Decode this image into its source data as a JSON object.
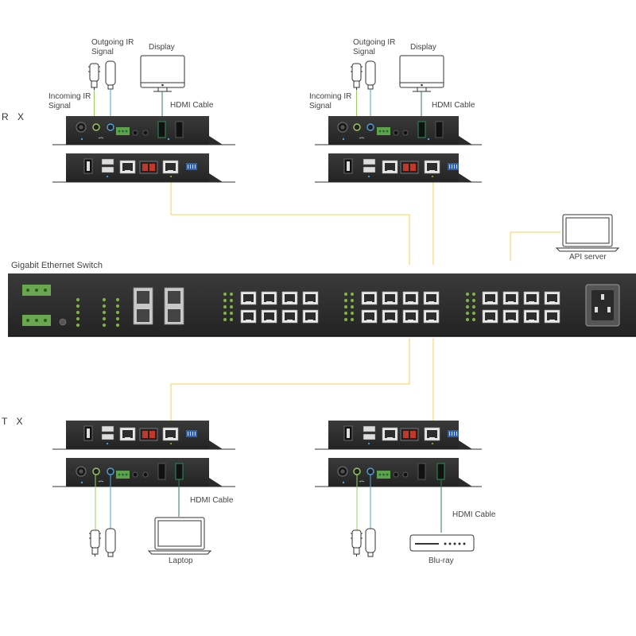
{
  "sections": {
    "rx": "R X",
    "tx": "T X"
  },
  "switch": {
    "label": "Gigabit Ethernet Switch"
  },
  "api": {
    "label": "API server"
  },
  "rx_left": {
    "outgoing_ir": "Outgoing IR\nSignal",
    "incoming_ir": "Incoming IR\nSignal",
    "display": "Display",
    "hdmi": "HDMI Cable"
  },
  "rx_right": {
    "outgoing_ir": "Outgoing IR\nSignal",
    "incoming_ir": "Incoming IR\nSignal",
    "display": "Display",
    "hdmi": "HDMI Cable"
  },
  "tx_left": {
    "hdmi": "HDMI Cable",
    "source": "Laptop"
  },
  "tx_right": {
    "hdmi": "HDMI Cable",
    "source": "Blu-ray"
  },
  "colors": {
    "ethernet": "#f0d25a",
    "ir_green": "#9ccc65",
    "ir_blue": "#4fa3d9",
    "hdmi": "#2e7d4f",
    "device": "#2b2b2b"
  }
}
